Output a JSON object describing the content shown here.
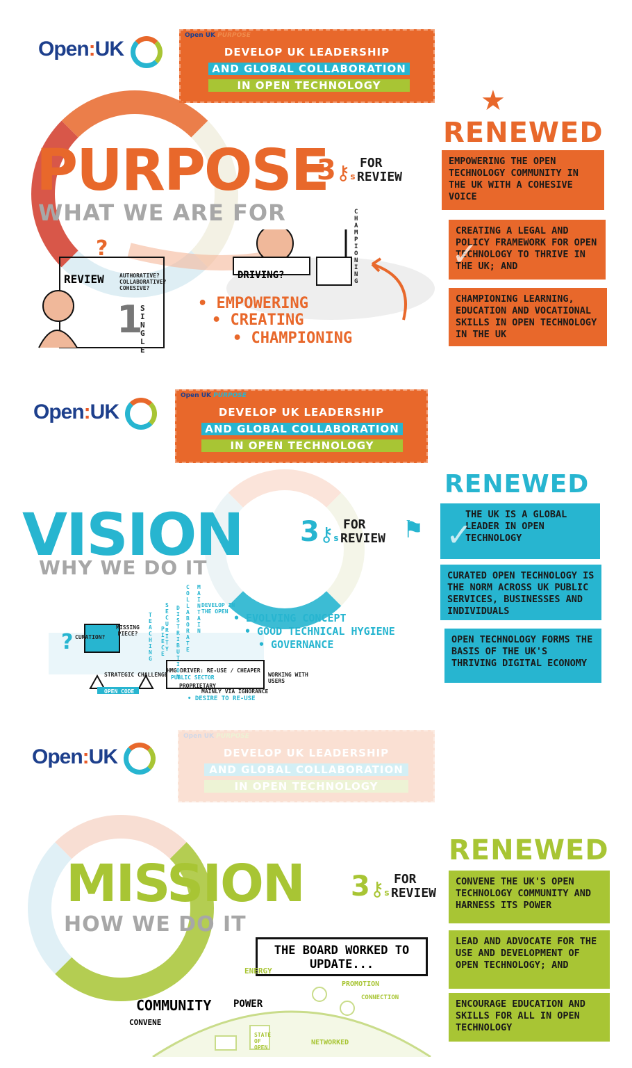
{
  "brand": {
    "logo_text": "Open",
    "logo_dots": ":",
    "logo_suffix": "UK"
  },
  "banner": {
    "mini_logo": "Open UK",
    "mini_tag": "PURPOSE",
    "line1": "DEVELOP UK LEADERSHIP",
    "line2": "AND GLOBAL COLLABORATION",
    "line3": "IN OPEN TECHNOLOGY"
  },
  "keys": {
    "number": "3",
    "sup": "s",
    "for": "FOR",
    "review": "REVIEW"
  },
  "purpose": {
    "title": "PURPOSE",
    "subtitle": "WHAT WE ARE FOR",
    "renewed": "RENEWED",
    "cards": [
      "EMPOWERING THE OPEN TECHNOLOGY COMMUNITY IN THE UK WITH A COHESIVE VOICE",
      "CREATING A LEGAL AND POLICY FRAMEWORK FOR OPEN TECHNOLOGY TO THRIVE IN THE UK; AND",
      "CHAMPIONING LEARNING, EDUCATION AND VOCATIONAL SKILLS IN OPEN TECHNOLOGY IN THE UK"
    ],
    "sketch": {
      "review": "REVIEW",
      "questions": "AUTHORATIVE? COLLABORATIVE? COHESIVE?",
      "one": "1",
      "single": "SINGLE",
      "driving": "DRIVING?",
      "championing_v": "CHAMPIONING",
      "bullets": [
        "• EMPOWERING",
        "• CREATING",
        "• CHAMPIONING"
      ]
    }
  },
  "vision": {
    "title": "VISION",
    "subtitle": "WHY WE DO IT",
    "renewed": "RENEWED",
    "cards": [
      "THE UK IS A GLOBAL LEADER IN OPEN TECHNOLOGY",
      "CURATED OPEN TECHNOLOGY IS THE NORM ACROSS UK PUBLIC SERVICES, BUSINESSES AND INDIVIDUALS",
      "OPEN TECHNOLOGY FORMS THE BASIS OF THE UK'S THRIVING DIGITAL ECONOMY"
    ],
    "sketch": {
      "bullets": [
        "• EVOLVING CONCEPT",
        "• GOOD TECHNICAL HYGIENE",
        "• GOVERNANCE"
      ],
      "develop": "DEVELOP IN THE OPEN",
      "vertical_words": [
        "TEACHING",
        "PIECE",
        "SECURITY",
        "DISTRIBUTION",
        "COLLABORATE",
        "MAINTAIN"
      ],
      "curation": "CURATION?",
      "missing": "MISSING PIECE?",
      "strategic": "STRATEGIC CHALLENGE",
      "open_code": "OPEN CODE",
      "public_sector": "PUBLIC SECTOR",
      "hmg": "HMG DRIVER: RE-USE / CHEAPER",
      "proprietary": "PROPRIETARY",
      "ignorance": "MAINLY VIA IGNORANCE",
      "working": "WORKING WITH USERS",
      "desire": "• DESIRE TO RE-USE"
    }
  },
  "mission": {
    "title": "MISSION",
    "subtitle": "HOW WE DO IT",
    "renewed": "RENEWED",
    "cards": [
      "CONVENE THE UK'S OPEN TECHNOLOGY COMMUNITY AND HARNESS ITS POWER",
      "LEAD AND ADVOCATE FOR THE USE AND DEVELOPMENT OF OPEN TECHNOLOGY; AND",
      "ENCOURAGE EDUCATION AND SKILLS FOR ALL IN OPEN TECHNOLOGY"
    ],
    "sketch": {
      "board": "THE BOARD WORKED TO UPDATE...",
      "community": "COMMUNITY",
      "power": "POWER",
      "convene": "CONVENE",
      "energy": "ENERGY",
      "promotion": "PROMOTION",
      "connection": "CONNECTION",
      "state": "STATE OF OPEN",
      "networked": "NETWORKED"
    }
  },
  "colors": {
    "orange": "#e8682b",
    "teal": "#27b5d0",
    "lime": "#a8c534",
    "navy": "#1d3f8c"
  }
}
